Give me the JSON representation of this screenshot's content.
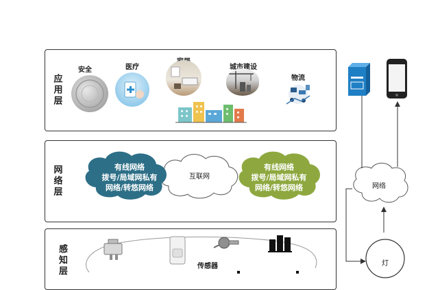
{
  "layers": {
    "app": {
      "title": "应用层",
      "items": [
        {
          "label": "安全",
          "icon": "coin-sensor-icon"
        },
        {
          "label": "医疗",
          "icon": "medical-icon"
        },
        {
          "label": "家居",
          "icon": "home-interior-icon"
        },
        {
          "label": "城市建设",
          "icon": "city-construction-icon"
        },
        {
          "label": "物流",
          "icon": "logistics-icon"
        }
      ],
      "decor_icon": "city-buildings-icon"
    },
    "network": {
      "title": "网络层",
      "left_cloud": [
        "有线网络",
        "拨号/局域网私有",
        "网络/转悠网络"
      ],
      "center_cloud": "互联网",
      "right_cloud": [
        "有线网络",
        "拨号/局域网私有",
        "网络/转悠网络"
      ]
    },
    "perception": {
      "title": "感知层",
      "sensor_label": "传感器",
      "icons": [
        "pressure-sensor-icon",
        "motion-detector-icon",
        "temperature-probe-icon",
        "building-icon"
      ]
    }
  },
  "side": {
    "cloud_label": "网络",
    "lamp_label": "灯",
    "icons": [
      "server-icon",
      "smartphone-icon"
    ]
  },
  "colors": {
    "left_cloud": "#2d6f87",
    "right_cloud": "#8ea83f",
    "server": "#1f7fc4"
  }
}
